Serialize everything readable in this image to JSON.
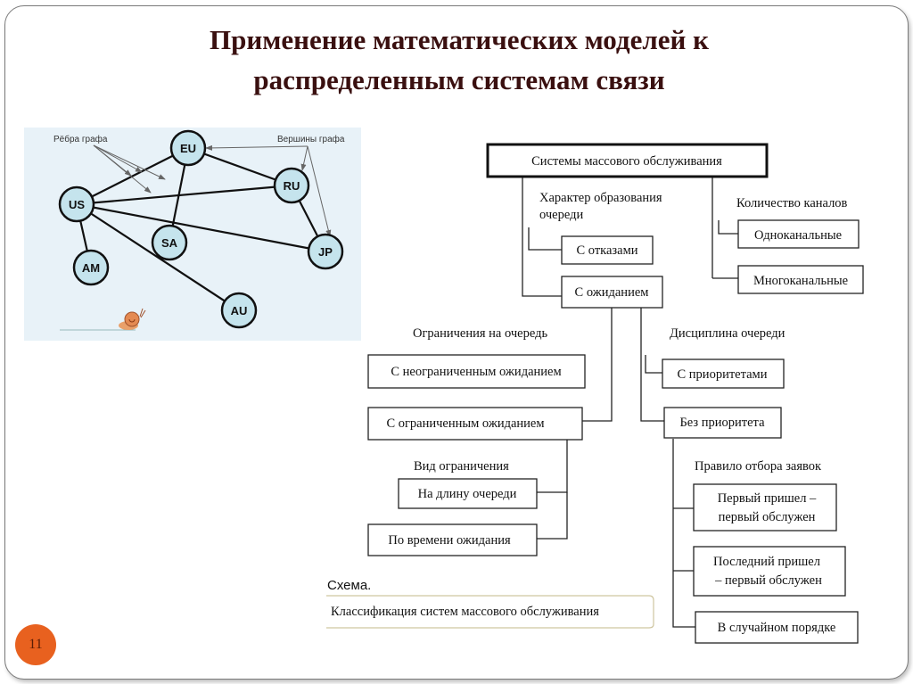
{
  "slide": {
    "title_line1": "Применение математических моделей к",
    "title_line2": "распределенным системам связи",
    "page_number": "11"
  },
  "graph": {
    "label_edges": "Рёбра графа",
    "label_vertices": "Вершины графа",
    "nodes": [
      "EU",
      "RU",
      "US",
      "SA",
      "JP",
      "AM",
      "AU"
    ]
  },
  "scheme": {
    "root": "Системы массового обслуживания",
    "queue_formation": "Характер образования очереди",
    "queue_formation_line1": "Характер образования",
    "queue_formation_line2": "очереди",
    "with_refusals": "С отказами",
    "with_waiting": "С ожиданием",
    "channel_count": "Количество каналов",
    "single_channel": "Одноканальные",
    "multi_channel": "Многоканальные",
    "queue_limits": "Ограничения на очередь",
    "unlimited_waiting": "С неограниченным ожиданием",
    "limited_waiting": "С ограниченным ожиданием",
    "limit_type": "Вид ограничения",
    "by_queue_length": "На длину очереди",
    "by_waiting_time": "По времени ожидания",
    "queue_discipline": "Дисциплина очереди",
    "with_priorities": "С приоритетами",
    "without_priority": "Без приоритета",
    "selection_rule": "Правило отбора заявок",
    "fifo_line1": "Первый пришел –",
    "fifo_line2": "первый обслужен",
    "lifo_line1": "Последний пришел",
    "lifo_line2": "– первый обслужен",
    "random_order": "В случайном порядке",
    "caption_label": "Схема.",
    "caption_text": "Классификация систем массового обслуживания"
  }
}
